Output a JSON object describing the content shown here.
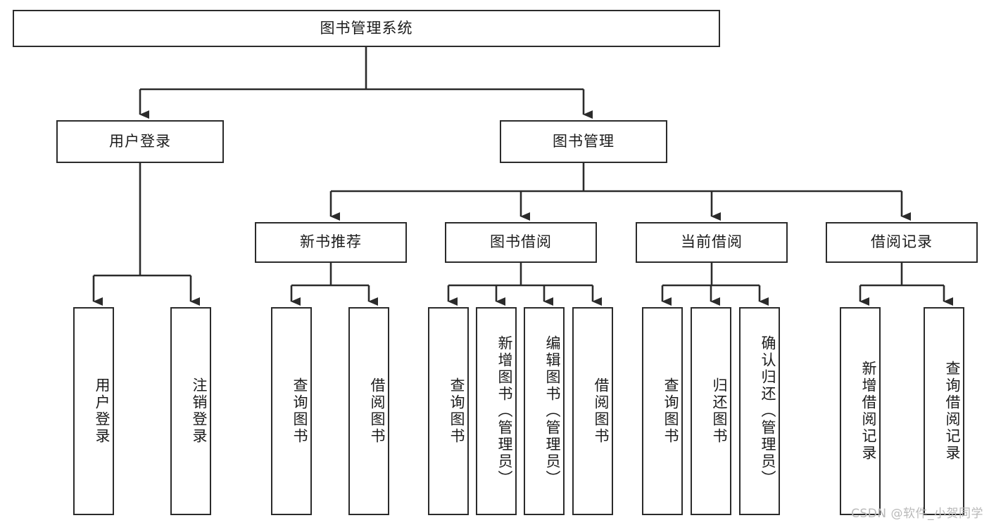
{
  "diagram": {
    "title": "图书管理系统",
    "type": "tree-hierarchy",
    "background_color": "#ffffff",
    "line_color": "#2b2b2b",
    "text_color": "#1b1b1b",
    "root": {
      "label": "图书管理系统",
      "orientation": "horizontal"
    },
    "level2": [
      {
        "label": "用户登录",
        "orientation": "horizontal"
      },
      {
        "label": "图书管理",
        "orientation": "horizontal"
      }
    ],
    "level3": [
      {
        "label": "新书推荐",
        "orientation": "horizontal"
      },
      {
        "label": "图书借阅",
        "orientation": "horizontal"
      },
      {
        "label": "当前借阅",
        "orientation": "horizontal"
      },
      {
        "label": "借阅记录",
        "orientation": "horizontal"
      }
    ],
    "leaves": {
      "user_login": [
        {
          "label": "用户登录",
          "orientation": "vertical"
        },
        {
          "label": "注销登录",
          "orientation": "vertical"
        }
      ],
      "new_book_recommend": [
        {
          "label": "查询图书",
          "orientation": "vertical"
        },
        {
          "label": "借阅图书",
          "orientation": "vertical"
        }
      ],
      "book_borrow": [
        {
          "label": "查询图书",
          "orientation": "vertical"
        },
        {
          "label": "新增图书（管理员）",
          "orientation": "vertical"
        },
        {
          "label": "编辑图书（管理员）",
          "orientation": "vertical"
        },
        {
          "label": "借阅图书",
          "orientation": "vertical"
        }
      ],
      "current_borrow": [
        {
          "label": "查询图书",
          "orientation": "vertical"
        },
        {
          "label": "归还图书",
          "orientation": "vertical"
        },
        {
          "label": "确认归还（管理员）",
          "orientation": "vertical"
        }
      ],
      "borrow_record": [
        {
          "label": "新增借阅记录",
          "orientation": "vertical"
        },
        {
          "label": "查询借阅记录",
          "orientation": "vertical"
        }
      ]
    }
  },
  "watermark": {
    "text": "CSDN @软件_小贺同学"
  }
}
